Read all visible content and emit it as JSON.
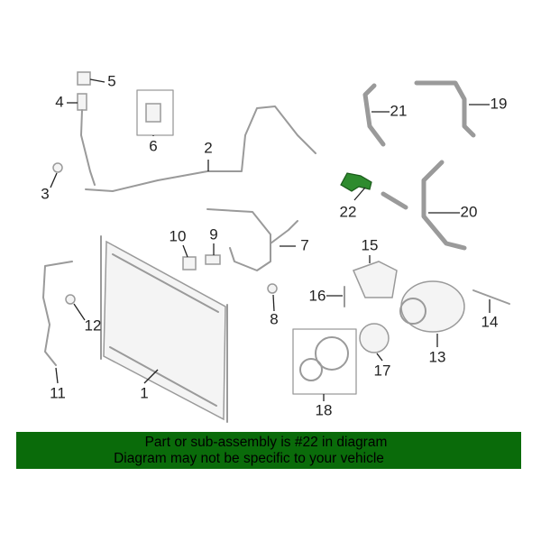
{
  "diagram": {
    "highlighted_part": "22",
    "highlight_color": "#2e8b2e",
    "callouts": [
      "1",
      "2",
      "3",
      "4",
      "5",
      "6",
      "7",
      "8",
      "9",
      "10",
      "11",
      "12",
      "13",
      "14",
      "15",
      "16",
      "17",
      "18",
      "19",
      "20",
      "21",
      "22"
    ]
  },
  "banner": {
    "line1": "Part or sub-assembly is #22 in diagram",
    "line2": "Diagram may not be specific to your vehicle",
    "background": "#0a6b0a"
  }
}
